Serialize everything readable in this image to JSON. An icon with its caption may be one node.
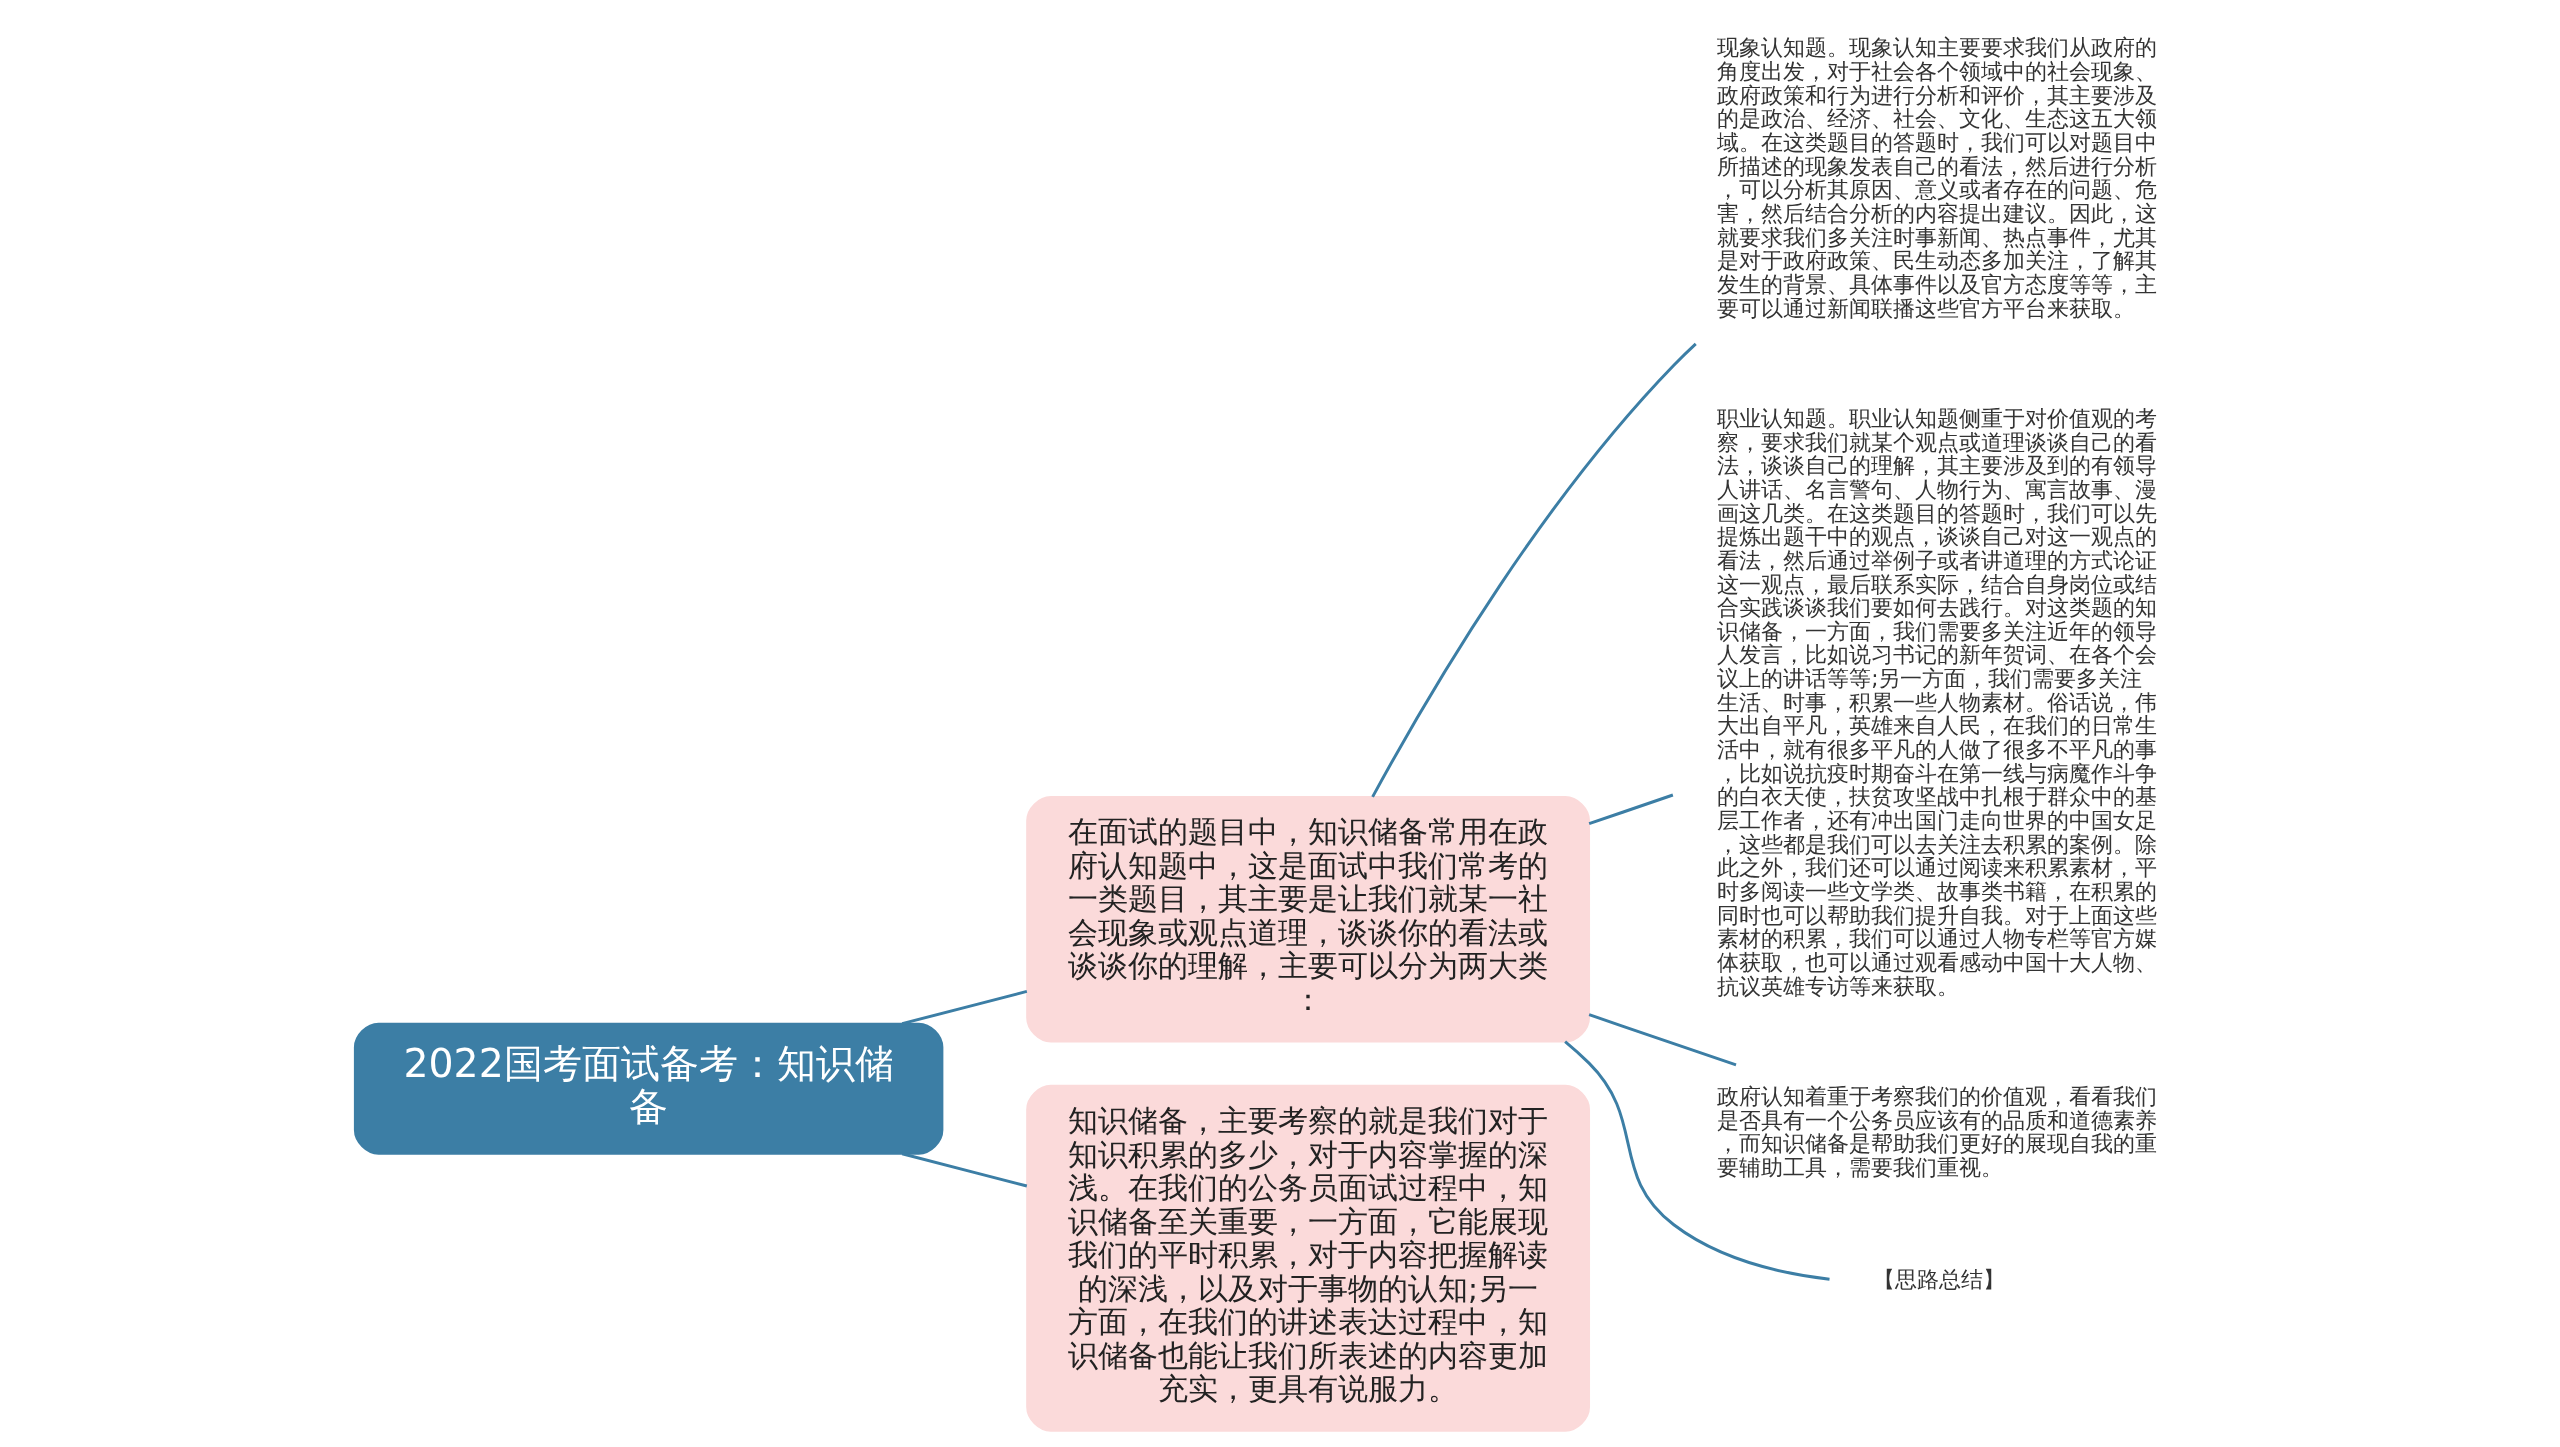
{
  "diagram": {
    "nodes": [
      {
        "text": [
          "2022国考面试备考：知识储备"
        ]
      },
      {
        "text": [
          "在面试的题目中，知识储备常用在政府认知题中，这是面试中我们常考的一类题目，其主要是让我们就某一社会现象或观点道理，谈谈你的看法或谈谈你的理解，主要可以分为两大类："
        ]
      },
      {
        "text": [
          "现象认知题。现象认知主要要求我们从政府的角度出发，对于社会各个领域中的社会现象、政府政策和行为进行分析和评价，其主要涉及的是政治、经济、社会、文化、生态这五大领域。在这类题目的答题时，我们可以对题目中所描述的现象发表自己的看法，然后进行分析，可以分析其原因、意义或者存在的问题、危害，然后结合分析的内容提出建议。因此，这就要求我们多关注时事新闻、热点事件，尤其是对于政府政策、民生动态多加关注，了解其发生的背景、具体事件以及官方态度等等，主要可以通过新闻联播这些官方平台来获取。"
        ]
      },
      {
        "text": [
          "职业认知题。职业认知题侧重于对价值观的考察，要求我们就某个观点或道理谈谈自己的看法，谈谈自己的理解，其主要涉及到的有领导人讲话、名言警句、人物行为、寓言故事、漫画这几类。在这类题目的答题时，我们可以先提炼出题干中的观点，谈谈自己对这一观点的看法，然后通过举例子或者讲道理的方式论证这一观点，最后联系实际，结合自身岗位或结合实践谈谈我们要如何去践行。对这类题的知识储备，一方面，我们需要多关注近年的领导人发言，比如说习书记的新年贺词、在各个会议上的讲话等等;另一方面，我们需要多关注生活、时事，积累一些人物素材。俗话说，伟大出自平凡，英雄来自人民，在我们的日常生活中，就有很多平凡的人做了很多不平凡的事，比如说抗疫时期奋斗在第一线与病魔作斗争的白衣天使，扶贫攻坚战中扎根于群众中的基层工作者，还有冲出国门走向世界的中国女足，这些都是我们可以去关注去积累的案例。除此之外，我们还可以通过阅读来积累素材，平时多阅读一些文学类、故事类书籍，在积累的同时也可以帮助我们提升自我。对于上面这些素材的积累，我们可以通过人物专栏等官方媒体获取，也可以通过观看感动中国十大人物、抗议英雄专访等来获取。"
        ]
      },
      {
        "text": [
          "政府认知着重于考察我们的价值观，看看我们是否具有一个公务员应该有的品质和道德素养，而知识储备是帮助我们更好的展现自我的重要辅助工具，需要我们重视。"
        ]
      },
      {
        "text": [
          "【思路总结】"
        ]
      },
      {
        "text": [
          "知识储备，主要考察的就是我们对于知识积累的多少，对于内容掌握的深浅。在我们的公务员面试过程中，知识储备至关重要，一方面，它能展现我们的平时积累，对于内容把握解读的深浅，以及对于事物的认知;另一方面，在我们的讲述表达过程中，知识储备也能让我们所表述的内容更加充实，更具有说服力。"
        ]
      }
    ],
    "edges": [
      {
        "from": 0,
        "to": 1,
        "arrow": "none"
      },
      {
        "from": 1,
        "to": 2,
        "arrow": "none"
      },
      {
        "from": 1,
        "to": 3,
        "arrow": "none"
      },
      {
        "from": 1,
        "to": 4,
        "arrow": "none"
      },
      {
        "from": 1,
        "to": 5,
        "arrow": "none"
      },
      {
        "from": 0,
        "to": 6,
        "arrow": "none"
      }
    ]
  }
}
